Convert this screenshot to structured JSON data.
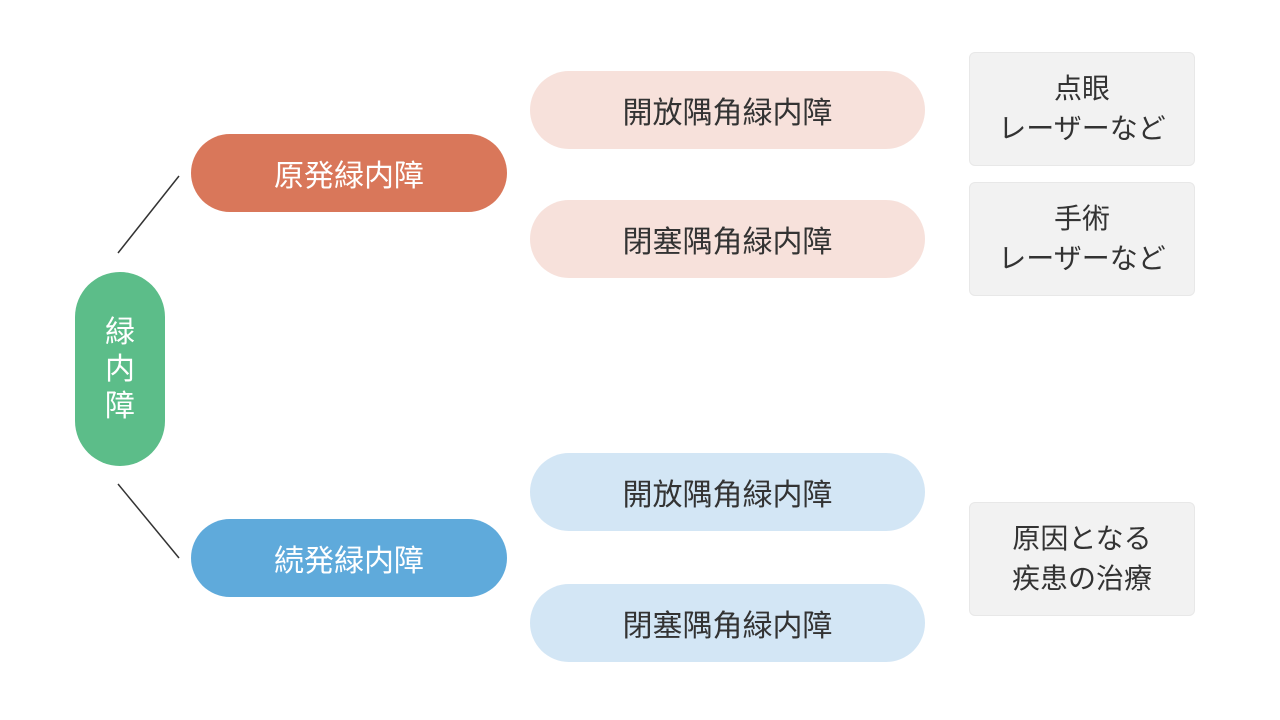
{
  "root": {
    "chars": [
      "緑",
      "内",
      "障"
    ],
    "color": "#5cbd89"
  },
  "primary": {
    "label": "原発緑内障",
    "color": "#d9775a",
    "subtypes": [
      {
        "label": "開放隅角緑内障"
      },
      {
        "label": "閉塞隅角緑内障"
      }
    ],
    "subtype_color": "#f7e1db",
    "treatments": [
      {
        "line1": "点眼",
        "line2": "レーザーなど"
      },
      {
        "line1": "手術",
        "line2": "レーザーなど"
      }
    ]
  },
  "secondary": {
    "label": "続発緑内障",
    "color": "#5faadb",
    "subtypes": [
      {
        "label": "開放隅角緑内障"
      },
      {
        "label": "閉塞隅角緑内障"
      }
    ],
    "subtype_color": "#d3e6f5",
    "treatment": {
      "line1": "原因となる",
      "line2": "疾患の治療"
    }
  }
}
